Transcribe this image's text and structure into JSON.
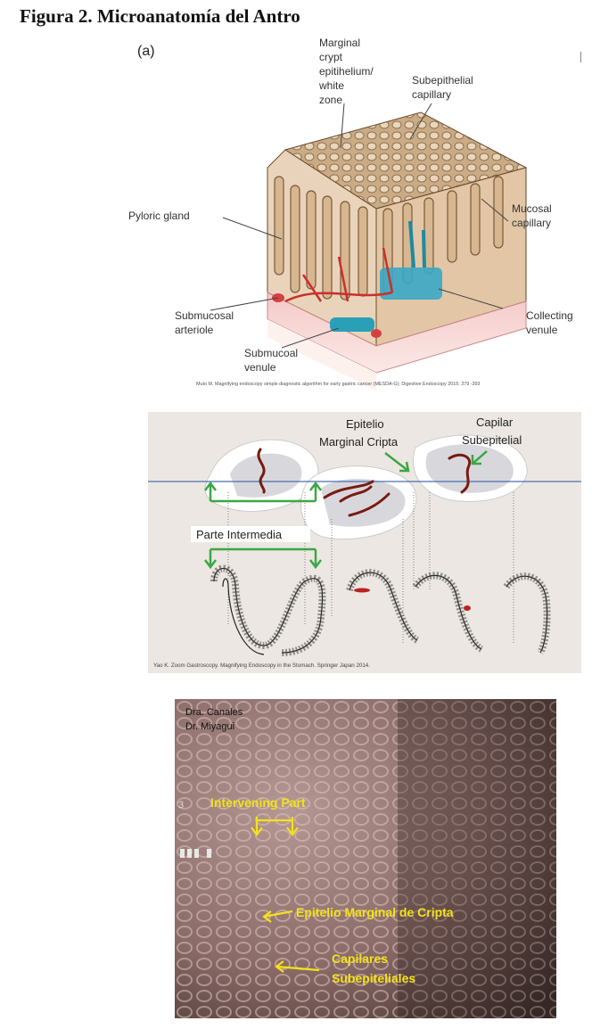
{
  "figure_title": "Figura 2. Microanatomía del Antro",
  "panel_a": {
    "letter": "(a)",
    "labels": {
      "marginal_line1": "Marginal",
      "marginal_line2": "crypt",
      "marginal_line3": "epitihelium/",
      "marginal_line4": "white",
      "marginal_line5": "zone",
      "subepithelial_line1": "Subepithelial",
      "subepithelial_line2": "capillary",
      "mucosal_line1": "Mucosal",
      "mucosal_line2": "capillary",
      "pyloric": "Pyloric gland",
      "submucosal_arteriole_line1": "Submucosal",
      "submucosal_arteriole_line2": "arteriole",
      "collecting_line1": "Collecting",
      "collecting_line2": "venule",
      "submucoal_venule_line1": "Submucoal",
      "submucoal_venule_line2": "venule"
    },
    "citation": "Muto M. Magnifying endoscopy simple diagnostic algorithm for early gastric cancer (MESDA-G); Digestive Endoscopy 2016; 379 -393",
    "colors": {
      "tissue": "#d9c3a6",
      "artery": "#c9302c",
      "vein": "#2aa0b8"
    }
  },
  "panel_b": {
    "labels": {
      "epitelio_line1": "Epitelio",
      "epitelio_line2": "Marginal Cripta",
      "capilar_line1": "Capilar",
      "capilar_line2": "Subepitelial",
      "parte_intermedia": "Parte Intermedia"
    },
    "citation": "Yao K. Zoom Gastroscopy. Magnifying Endoscopy in the Stomach. Springer Japan 2014.",
    "colors": {
      "arrow": "#3aa845",
      "capillary": "#7a1a12",
      "line": "#4a6fb0"
    }
  },
  "panel_c": {
    "watermark_line1": "Dra. Canales",
    "watermark_line2": "Dr. Miyagui",
    "side_number": "3",
    "labels": {
      "intervening": "Intervening Part",
      "epitelio_marginal": "Epitelio Marginal de Cripta",
      "capilares_line1": "Capilares",
      "capilares_line2": "Subepiteliales"
    },
    "colors": {
      "label": "#f3e21a",
      "bg": "#8a6a66"
    }
  }
}
